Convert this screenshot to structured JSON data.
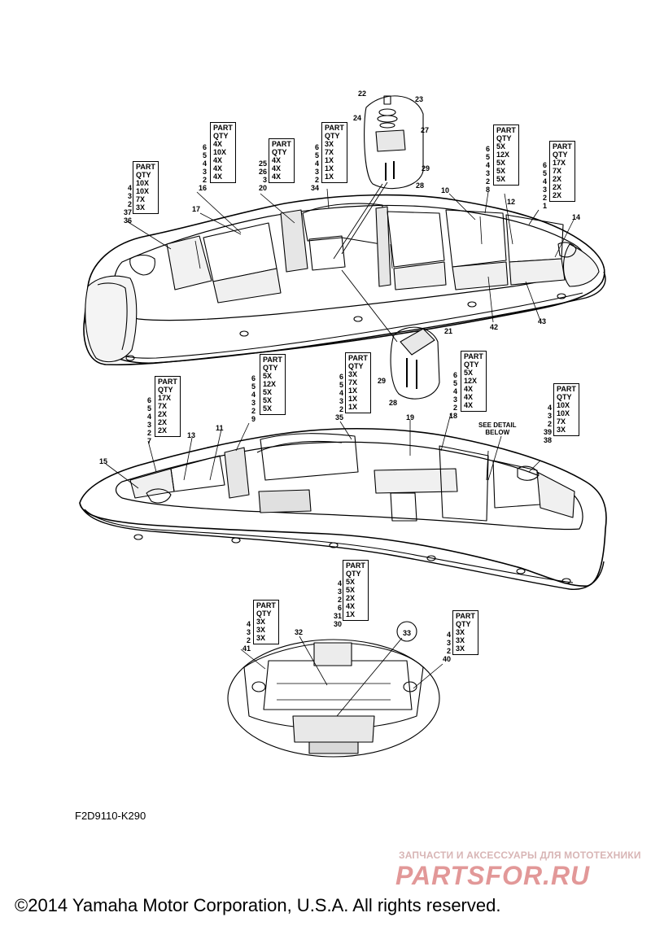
{
  "figure_code": "F2D9110-K290",
  "copyright": "©2014 Yamaha Motor Corporation, U.S.A. All rights reserved.",
  "watermark": {
    "tagline": "ЗАПЧАСТИ И АКСЕССУАРЫ ДЛЯ МОТОТЕХНИКИ",
    "logo_text": "PARTSFOR.RU"
  },
  "detail_note": "SEE DETAIL\nBELOW",
  "qty_tables": [
    {
      "id": "t1",
      "header": [
        "PART",
        "QTY"
      ],
      "qty": [
        "10X",
        "10X",
        "7X",
        "3X"
      ],
      "parts": [
        "4",
        "3",
        "2",
        "37",
        "36"
      ]
    },
    {
      "id": "t2",
      "header": [
        "PART",
        "QTY"
      ],
      "qty": [
        "4X",
        "10X",
        "4X",
        "4X",
        "4X"
      ],
      "parts": [
        "6",
        "5",
        "4",
        "3",
        "2",
        "16"
      ]
    },
    {
      "id": "t3",
      "header": [
        "PART",
        "QTY"
      ],
      "qty": [
        "4X",
        "4X",
        "4X"
      ],
      "parts": [
        "25",
        "26",
        "3",
        "20"
      ]
    },
    {
      "id": "t4",
      "header": [
        "PART",
        "QTY"
      ],
      "qty": [
        "3X",
        "7X",
        "1X",
        "1X",
        "1X"
      ],
      "parts": [
        "6",
        "5",
        "4",
        "3",
        "2",
        "34"
      ]
    },
    {
      "id": "t5",
      "header": [
        "PART",
        "QTY"
      ],
      "qty": [
        "5X",
        "12X",
        "5X",
        "5X",
        "5X"
      ],
      "parts": [
        "6",
        "5",
        "4",
        "3",
        "2",
        "8"
      ]
    },
    {
      "id": "t6",
      "header": [
        "PART",
        "QTY"
      ],
      "qty": [
        "17X",
        "7X",
        "2X",
        "2X",
        "2X"
      ],
      "parts": [
        "6",
        "5",
        "4",
        "3",
        "2",
        "1"
      ]
    },
    {
      "id": "t7",
      "header": [
        "PART",
        "QTY"
      ],
      "qty": [
        "17X",
        "7X",
        "2X",
        "2X",
        "2X"
      ],
      "parts": [
        "6",
        "5",
        "4",
        "3",
        "2",
        "7"
      ]
    },
    {
      "id": "t8",
      "header": [
        "PART",
        "QTY"
      ],
      "qty": [
        "5X",
        "12X",
        "5X",
        "5X",
        "5X"
      ],
      "parts": [
        "6",
        "5",
        "4",
        "3",
        "2",
        "9"
      ]
    },
    {
      "id": "t9",
      "header": [
        "PART",
        "QTY"
      ],
      "qty": [
        "3X",
        "7X",
        "1X",
        "1X",
        "1X"
      ],
      "parts": [
        "6",
        "5",
        "4",
        "3",
        "2",
        "35"
      ]
    },
    {
      "id": "t10",
      "header": [
        "PART",
        "QTY"
      ],
      "qty": [
        "5X",
        "12X",
        "4X",
        "4X",
        "4X"
      ],
      "parts": [
        "6",
        "5",
        "4",
        "3",
        "2",
        "18"
      ]
    },
    {
      "id": "t11",
      "header": [
        "PART",
        "QTY"
      ],
      "qty": [
        "10X",
        "10X",
        "7X",
        "3X"
      ],
      "parts": [
        "4",
        "3",
        "2",
        "39",
        "38"
      ]
    },
    {
      "id": "t12",
      "header": [
        "PART",
        "QTY"
      ],
      "qty": [
        "5X",
        "5X",
        "2X",
        "4X",
        "1X"
      ],
      "parts": [
        "4",
        "3",
        "2",
        "6",
        "31",
        "30"
      ]
    },
    {
      "id": "t13",
      "header": [
        "PART",
        "QTY"
      ],
      "qty": [
        "3X",
        "3X",
        "3X"
      ],
      "parts": [
        "4",
        "3",
        "2",
        "41"
      ]
    },
    {
      "id": "t14",
      "header": [
        "PART",
        "QTY"
      ],
      "qty": [
        "3X",
        "3X",
        "3X"
      ],
      "parts": [
        "4",
        "3",
        "2",
        "40"
      ]
    }
  ],
  "callouts": [
    "22",
    "23",
    "24",
    "27",
    "29",
    "28",
    "10",
    "12",
    "14",
    "17",
    "42",
    "43",
    "21",
    "29",
    "28",
    "13",
    "11",
    "15",
    "19",
    "32",
    "33"
  ]
}
